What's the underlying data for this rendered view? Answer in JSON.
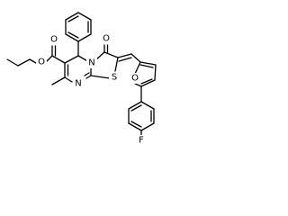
{
  "structure": {
    "atoms": {
      "o_carbonyl_ester": "O",
      "o_ester": "O",
      "o_ketone": "O",
      "o_furan": "O",
      "n_imine": "N",
      "n_ring": "N",
      "s_ring": "S",
      "f_aryl": "F"
    }
  }
}
